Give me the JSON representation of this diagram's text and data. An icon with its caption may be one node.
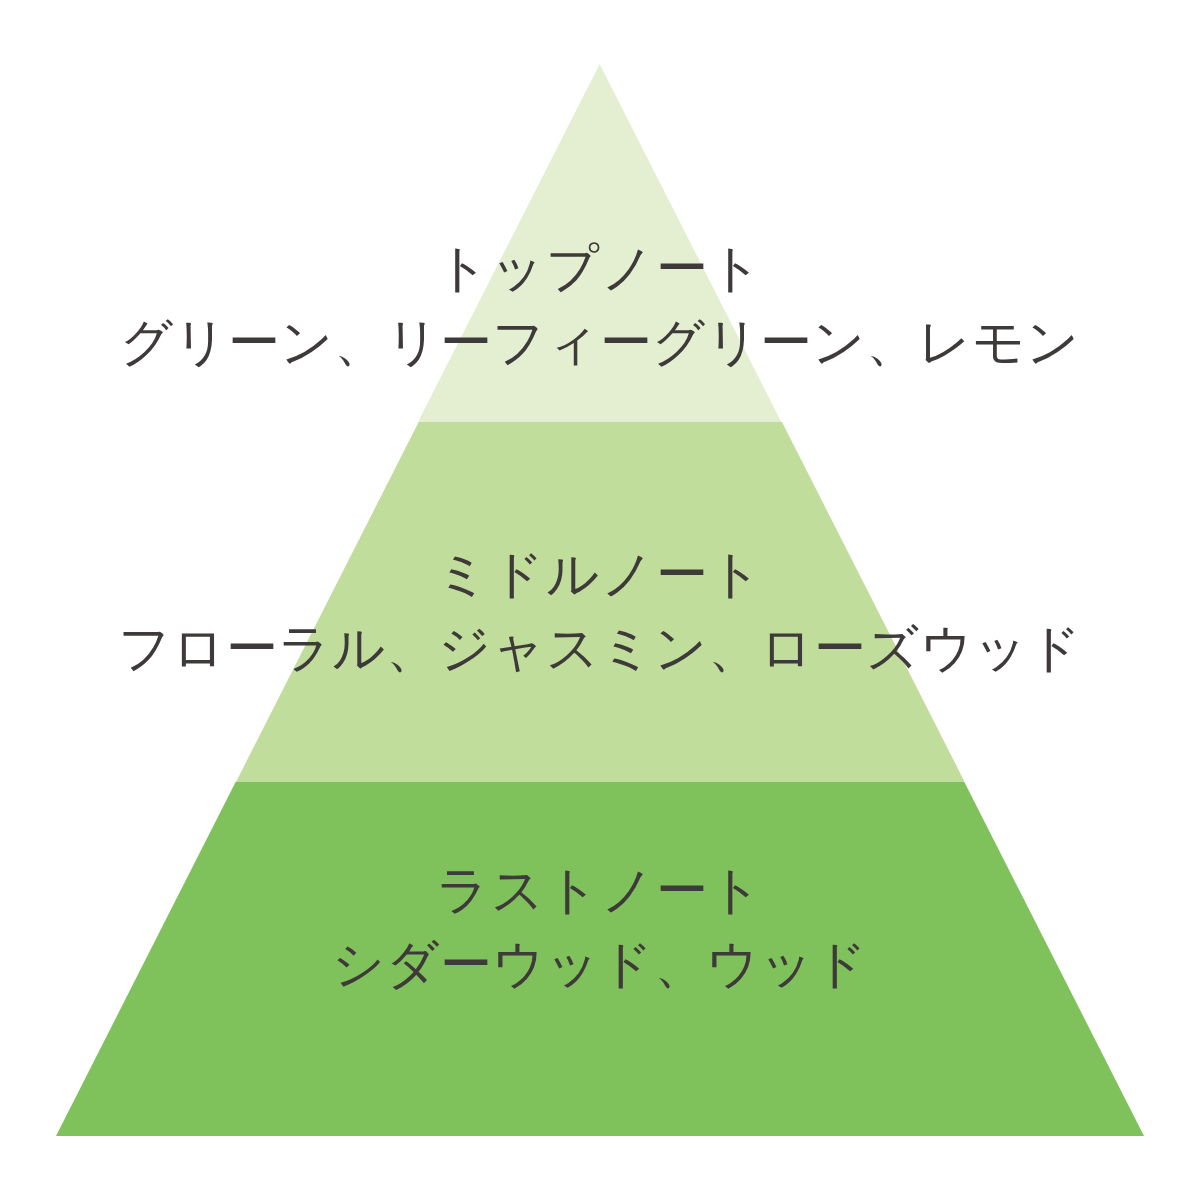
{
  "diagram": {
    "nodes": [
      {
        "text": [
          "トップノート",
          "グリーン、リーフィーグリーン、レモン"
        ]
      },
      {
        "text": [
          "ミドルノート",
          "フローラル、ジャスミン、ローズウッド"
        ]
      },
      {
        "text": [
          "ラストノート",
          "シダーウッド、ウッド"
        ]
      }
    ]
  }
}
